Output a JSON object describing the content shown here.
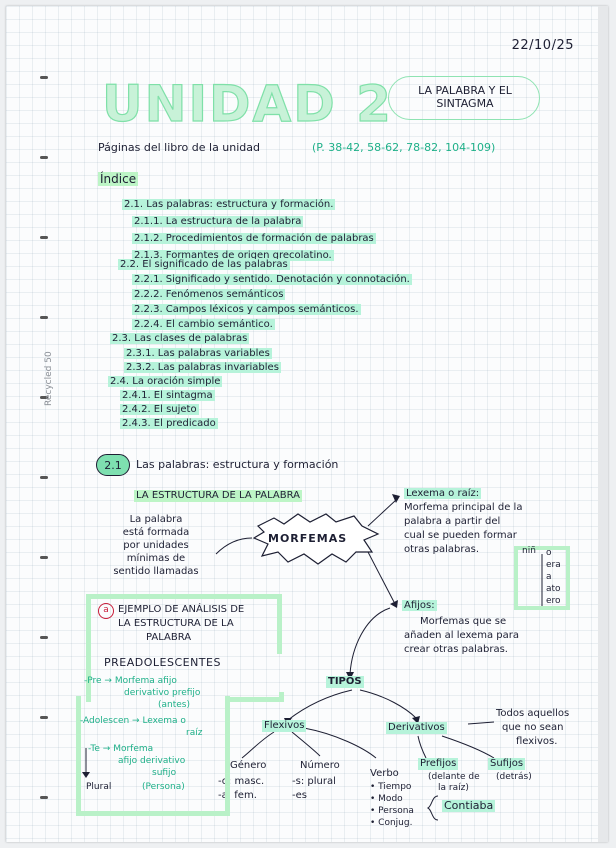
{
  "date": "22/10/25",
  "header": {
    "unit_title": "UNIDAD 2",
    "subtitle_line1": "LA PALABRA Y EL",
    "subtitle_line2": "SINTAGMA"
  },
  "pages_note": {
    "label": "Páginas del libro de la unidad",
    "pages": "(P. 38-42, 58-62, 78-82, 104-109)"
  },
  "index": {
    "title": "Índice",
    "items": [
      "2.1. Las palabras: estructura y formación.",
      "2.1.1. La estructura de la palabra",
      "2.1.2. Procedimientos de formación de palabras",
      "2.1.3. Formantes de origen grecolatino.",
      "2.2. El significado de las palabras",
      "2.2.1. Significado y sentido. Denotación y connotación.",
      "2.2.2. Fenómenos semánticos",
      "2.2.3. Campos léxicos y campos semánticos.",
      "2.2.4. El cambio semántico.",
      "2.3. Las clases de palabras",
      "2.3.1. Las palabras variables",
      "2.3.2. Las palabras invariables",
      "2.4. La oración simple",
      "2.4.1. El sintagma",
      "2.4.2. El sujeto",
      "2.4.3. El predicado"
    ]
  },
  "section": {
    "number": "2.1",
    "title": "Las palabras: estructura y formación",
    "subheading": "LA ESTRUCTURA DE LA PALABRA",
    "left_note": [
      "La palabra",
      "está formada",
      "por unidades",
      "mínimas de",
      "sentido llamadas"
    ],
    "morfemas": "MORFEMAS",
    "lexema": [
      "Lexema o raíz:",
      "Morfema principal de la",
      "palabra a partir del",
      "cual se pueden formar",
      "otras palabras."
    ],
    "example_word": [
      "niñ",
      "o",
      "era",
      "a",
      "ato",
      "ero"
    ],
    "afijos": [
      "Afijos:",
      "Morfemas que se",
      "añaden al lexema para",
      "crear otras palabras."
    ],
    "tipos": "TIPOS",
    "flexivos": "Flexivos",
    "derivativos": "Derivativos",
    "derivativos_note": [
      "Todos aquellos",
      "que no sean",
      "flexivos."
    ],
    "genero": "Género",
    "genero_vals": [
      "-o: masc.",
      "-a: fem."
    ],
    "numero": "Número",
    "numero_vals": [
      "-s: plural",
      "-es"
    ],
    "verbo": "Verbo",
    "verbo_vals": [
      "• Tiempo",
      "• Modo",
      "• Persona",
      "• Conjug."
    ],
    "prefijos": "Prefijos",
    "prefijos_note": [
      "(delante de",
      "la raíz)"
    ],
    "sufijos": "Sufijos",
    "sufijos_note": "(detrás)",
    "prefijo_example": "Contiaba"
  },
  "example_box": {
    "marker": "a",
    "title": [
      "EJEMPLO DE ANÁLISIS DE",
      "LA ESTRUCTURA DE LA",
      "PALABRA"
    ],
    "word": "PREADOLESCENTES",
    "lines": [
      "-Pre → Morfema afijo",
      "derivativo prefijo",
      "(antes)",
      "-Adolescen → Lexema o",
      "raíz",
      "-Te → Morfema",
      "afijo derivativo",
      "sufijo",
      "(Persona)",
      "Plural"
    ]
  },
  "margin_tag": "Recycled 50"
}
